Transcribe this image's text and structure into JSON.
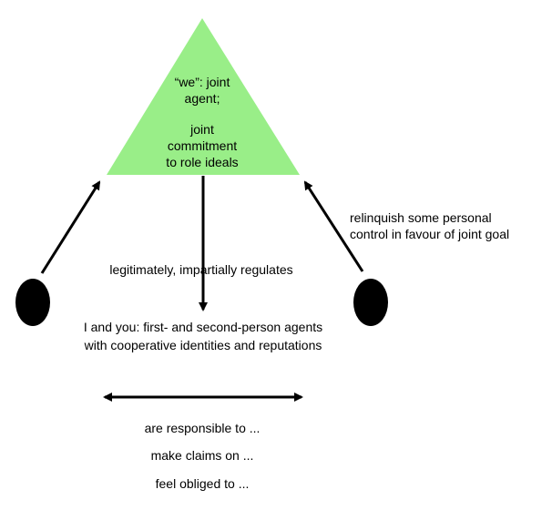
{
  "diagram": {
    "triangle_color": "#99ee88",
    "ink_color": "#000000",
    "triangle_text": {
      "line1": "“we”: joint",
      "line2": "agent;",
      "line3": "joint",
      "line4": "commitment",
      "line5": "to role ideals"
    },
    "right_arrow_label": {
      "line1": "relinquish some personal",
      "line2": "control in favour of joint goal"
    },
    "down_arrow_label": "legitimately, impartially regulates",
    "agents_label": {
      "line1": "I and you: first- and second-person agents",
      "line2": "with cooperative identities and reputations"
    },
    "relations": [
      "are responsible to ...",
      "make claims on ...",
      "feel obliged to ..."
    ]
  }
}
